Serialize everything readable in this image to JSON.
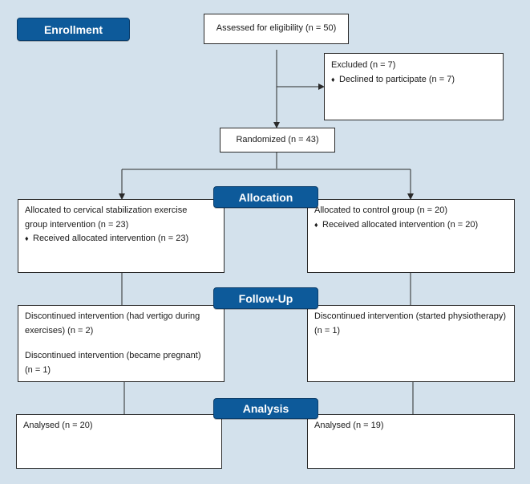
{
  "stages": {
    "enrollment": "Enrollment",
    "allocation": "Allocation",
    "followup": "Follow-Up",
    "analysis": "Analysis"
  },
  "assessed": "Assessed for eligibility (n = 50)",
  "excluded": {
    "title": "Excluded (n = 7)",
    "reason": "Declined to participate (n = 7)"
  },
  "randomized": "Randomized (n = 43)",
  "left_arm": {
    "allocation_line1": "Allocated to  cervical stabilization exercise",
    "allocation_line2": "group intervention (n = 23)",
    "allocation_received": "Received allocated intervention (n = 23)",
    "followup_item1_line1": "Discontinued intervention (had vertigo during",
    "followup_item1_line2": "exercises) (n = 2)",
    "followup_item2_line1": "Discontinued intervention (became pregnant)",
    "followup_item2_line2": "(n = 1)",
    "analysis": "Analysed (n = 20)"
  },
  "right_arm": {
    "allocation_line1": "Allocated to control group (n = 20)",
    "allocation_received": "Received allocated intervention (n = 20)",
    "followup_line1": "Discontinued intervention (started physiotherapy)",
    "followup_line2": "(n = 1)",
    "analysis": "Analysed (n = 19)"
  },
  "colors": {
    "background": "#d3e1ec",
    "stage_fill": "#0d5a9a",
    "box_fill": "#ffffff",
    "line": "#2a2a2a"
  },
  "icons": {
    "bullet": "diamond-bullet-icon"
  }
}
